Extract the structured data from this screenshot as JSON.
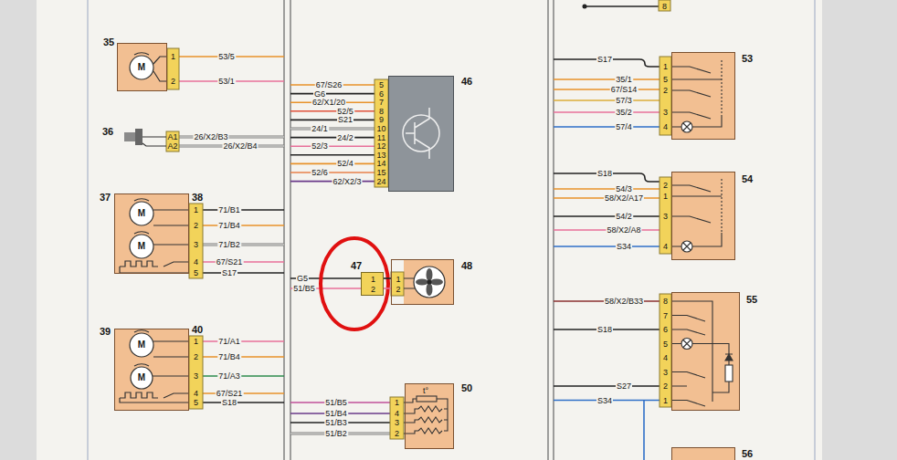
{
  "diagram": {
    "nodes": [
      {
        "text": [
          "35"
        ]
      },
      {
        "text": [
          "36"
        ]
      },
      {
        "text": [
          "37"
        ]
      },
      {
        "text": [
          "39"
        ]
      },
      {
        "text": [
          "46"
        ]
      },
      {
        "text": [
          "47",
          "1",
          "2"
        ]
      },
      {
        "text": [
          "48",
          "1",
          "2"
        ]
      },
      {
        "text": [
          "50"
        ]
      },
      {
        "text": [
          "53"
        ]
      },
      {
        "text": [
          "54"
        ]
      },
      {
        "text": [
          "55"
        ]
      },
      {
        "text": [
          "56"
        ]
      }
    ],
    "edges": [
      {
        "from": 5,
        "to": 6,
        "arrow": "none"
      },
      {
        "from": 5,
        "to": 6,
        "arrow": "none"
      }
    ],
    "labels": [
      "1",
      "2",
      "53/5",
      "53/1",
      "A1",
      "A2",
      "26/X2/B3",
      "26/X2/B4",
      "38",
      "1",
      "2",
      "3",
      "4",
      "5",
      "71/B1",
      "71/B4",
      "71/B2",
      "67/S21",
      "S17",
      "40",
      "1",
      "2",
      "3",
      "4",
      "5",
      "71/A1",
      "71/B4",
      "71/A3",
      "67/S21",
      "S18",
      "M",
      "M",
      "M",
      "M",
      "M",
      "5",
      "6",
      "7",
      "8",
      "9",
      "10",
      "11",
      "12",
      "13",
      "14",
      "15",
      "24",
      "67/S26",
      "G6",
      "62/X1/20",
      "52/5",
      "S21",
      "24/1",
      "24/2",
      "52/3",
      "52/4",
      "52/6",
      "62/X2/3",
      "G5",
      "51/B5",
      "t°",
      "1",
      "4",
      "3",
      "2",
      "51/B5",
      "51/B4",
      "51/B3",
      "51/B2",
      "8",
      "1",
      "5",
      "2",
      "3",
      "4",
      "S17",
      "35/1",
      "67/S14",
      "57/3",
      "35/2",
      "57/4",
      "2",
      "1",
      "3",
      "4",
      "S18",
      "54/3",
      "58/X2/A17",
      "54/2",
      "58/X2/A8",
      "S34",
      "8",
      "7",
      "6",
      "5",
      "4",
      "3",
      "2",
      "1",
      "58/X2/B33",
      "S18",
      "S27",
      "S34"
    ]
  }
}
